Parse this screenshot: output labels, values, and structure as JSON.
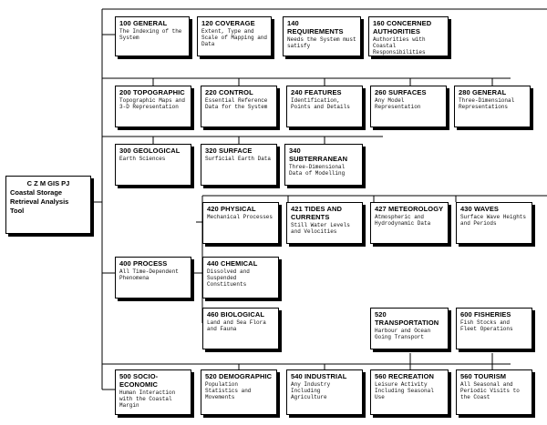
{
  "root": {
    "lines": [
      "C Z M  GIS  PJ",
      "Coastal Storage",
      "Retrieval Analysis",
      "Tool"
    ]
  },
  "boxes": {
    "b100": {
      "title": "100  GENERAL",
      "desc": "The Indexing of the System"
    },
    "b120": {
      "title": "120  COVERAGE",
      "desc": "Extent, Type and Scale of Mapping and Data"
    },
    "b140": {
      "title": "140  REQUIREMENTS",
      "desc": "Needs the System must satisfy"
    },
    "b160": {
      "title": "160  CONCERNED AUTHORITIES",
      "desc": "Authorities with Coastal Responsibilities"
    },
    "b200": {
      "title": "200  TOPOGRAPHIC",
      "desc": "Topographic Maps and 3-D Representation"
    },
    "b220": {
      "title": "220  CONTROL",
      "desc": "Essential Reference Data for the System"
    },
    "b240": {
      "title": "240  FEATURES",
      "desc": "Identification, Points and Details"
    },
    "b260": {
      "title": "260  SURFACES",
      "desc": "Any Model Representation"
    },
    "b280": {
      "title": "280  GENERAL",
      "desc": "Three-Dimensional Representations"
    },
    "b300": {
      "title": "300  GEOLOGICAL",
      "desc": "Earth Sciences"
    },
    "b320": {
      "title": "320  SURFACE",
      "desc": "Surficial Earth Data"
    },
    "b340": {
      "title": "340  SUBTERRANEAN",
      "desc": "Three-Dimensional Data of Modelling"
    },
    "b420": {
      "title": "420  PHYSICAL",
      "desc": "Mechanical Processes"
    },
    "b421": {
      "title": "421  TIDES AND CURRENTS",
      "desc": "Still Water Levels and Velocities"
    },
    "b427": {
      "title": "427  METEOROLOGY",
      "desc": "Atmospheric and Hydrodynamic Data"
    },
    "b430": {
      "title": "430  WAVES",
      "desc": "Surface Wave Heights and Periods"
    },
    "b400": {
      "title": "400  PROCESS",
      "desc": "All Time-Dependent Phenomena"
    },
    "b440": {
      "title": "440  CHEMICAL",
      "desc": "Dissolved and Suspended Constituents"
    },
    "b460": {
      "title": "460  BIOLOGICAL",
      "desc": "Land and Sea Flora and Fauna"
    },
    "b520": {
      "title": "520  TRANSPORTATION",
      "desc": "Harbour and Ocean Going Transport"
    },
    "b600": {
      "title": "600  FISHERIES",
      "desc": "Fish Stocks and Fleet Operations"
    },
    "b500": {
      "title": "500  SOCIO-ECONOMIC",
      "desc": "Human Interaction with the Coastal Margin"
    },
    "b520d": {
      "title": "520  DEMOGRAPHIC",
      "desc": "Population Statistics and Movements"
    },
    "b540": {
      "title": "540  INDUSTRIAL",
      "desc": "Any Industry Including Agriculture"
    },
    "b560r": {
      "title": "560  RECREATION",
      "desc": "Leisure Activity Including Seasonal Use"
    },
    "b560t": {
      "title": "560  TOURISM",
      "desc": "All Seasonal and Periodic Visits to the Coast"
    }
  }
}
